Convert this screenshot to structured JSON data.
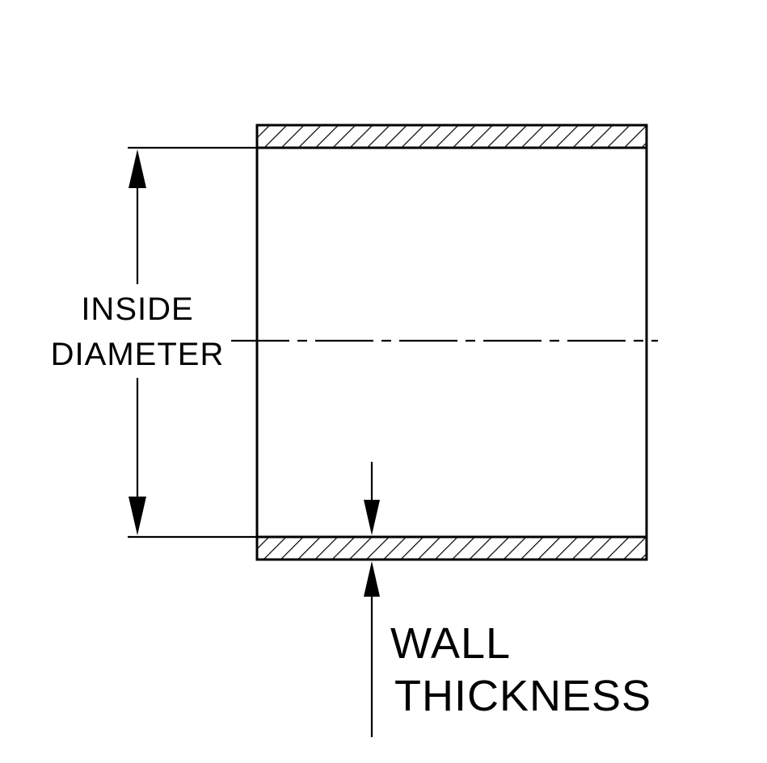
{
  "figure": {
    "labels": {
      "inside_diameter": {
        "line1": "INSIDE",
        "line2": "DIAMETER"
      },
      "wall_thickness": {
        "line1": "WALL",
        "line2": "THICKNESS"
      }
    },
    "colors": {
      "line": "#000000",
      "background": "#ffffff"
    }
  }
}
